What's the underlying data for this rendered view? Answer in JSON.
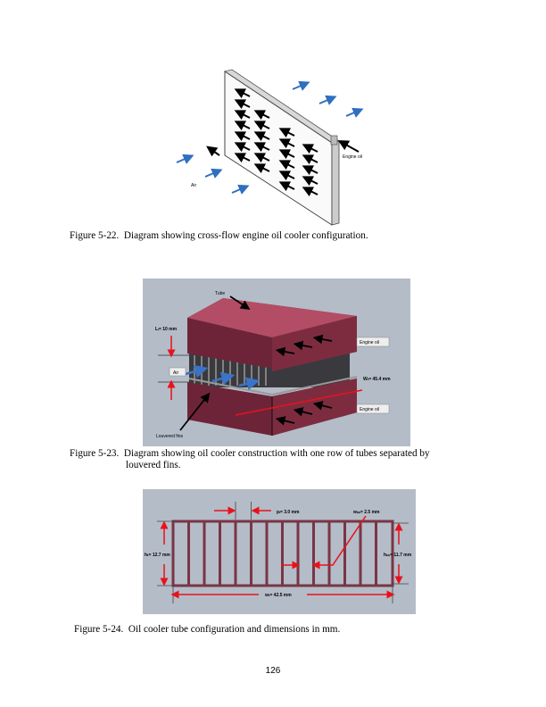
{
  "figures": [
    {
      "label": "Figure 5-22.",
      "caption": "Diagram showing cross-flow engine oil cooler configuration.",
      "annotations": {
        "engine_oil": "Engine oil",
        "air": "Air"
      }
    },
    {
      "label": "Figure 5-23.",
      "caption_line1": "Diagram showing oil cooler construction with one row of tubes separated by",
      "caption_line2": "louvered fins.",
      "annotations": {
        "tube": "Tube",
        "lf": "Lₗ= 10 mm",
        "air": "Air",
        "engine_oil_top": "Engine oil",
        "wt": "Wₜ= 45.4 mm",
        "engine_oil_bottom": "Engine oil",
        "louvered_fins": "Louvered fins"
      }
    },
    {
      "label": "Figure 5-24.",
      "caption": "Oil cooler tube configuration and dimensions in mm.",
      "annotations": {
        "pf": "pₗ= 3.0 mm",
        "wch": "wₕₕ= 2.5 mm",
        "ht": "hₜ= 12.7 mm",
        "hch": "hₕₕ= 11.7 mm",
        "wt": "wₜ= 42.5 mm"
      }
    }
  ],
  "page_number": "126",
  "colors": {
    "tube": "#8a3a4e",
    "arrow_red": "#e8121b",
    "arrow_blue": "#3a74c8",
    "panel_bg": "#b4bcc8"
  }
}
